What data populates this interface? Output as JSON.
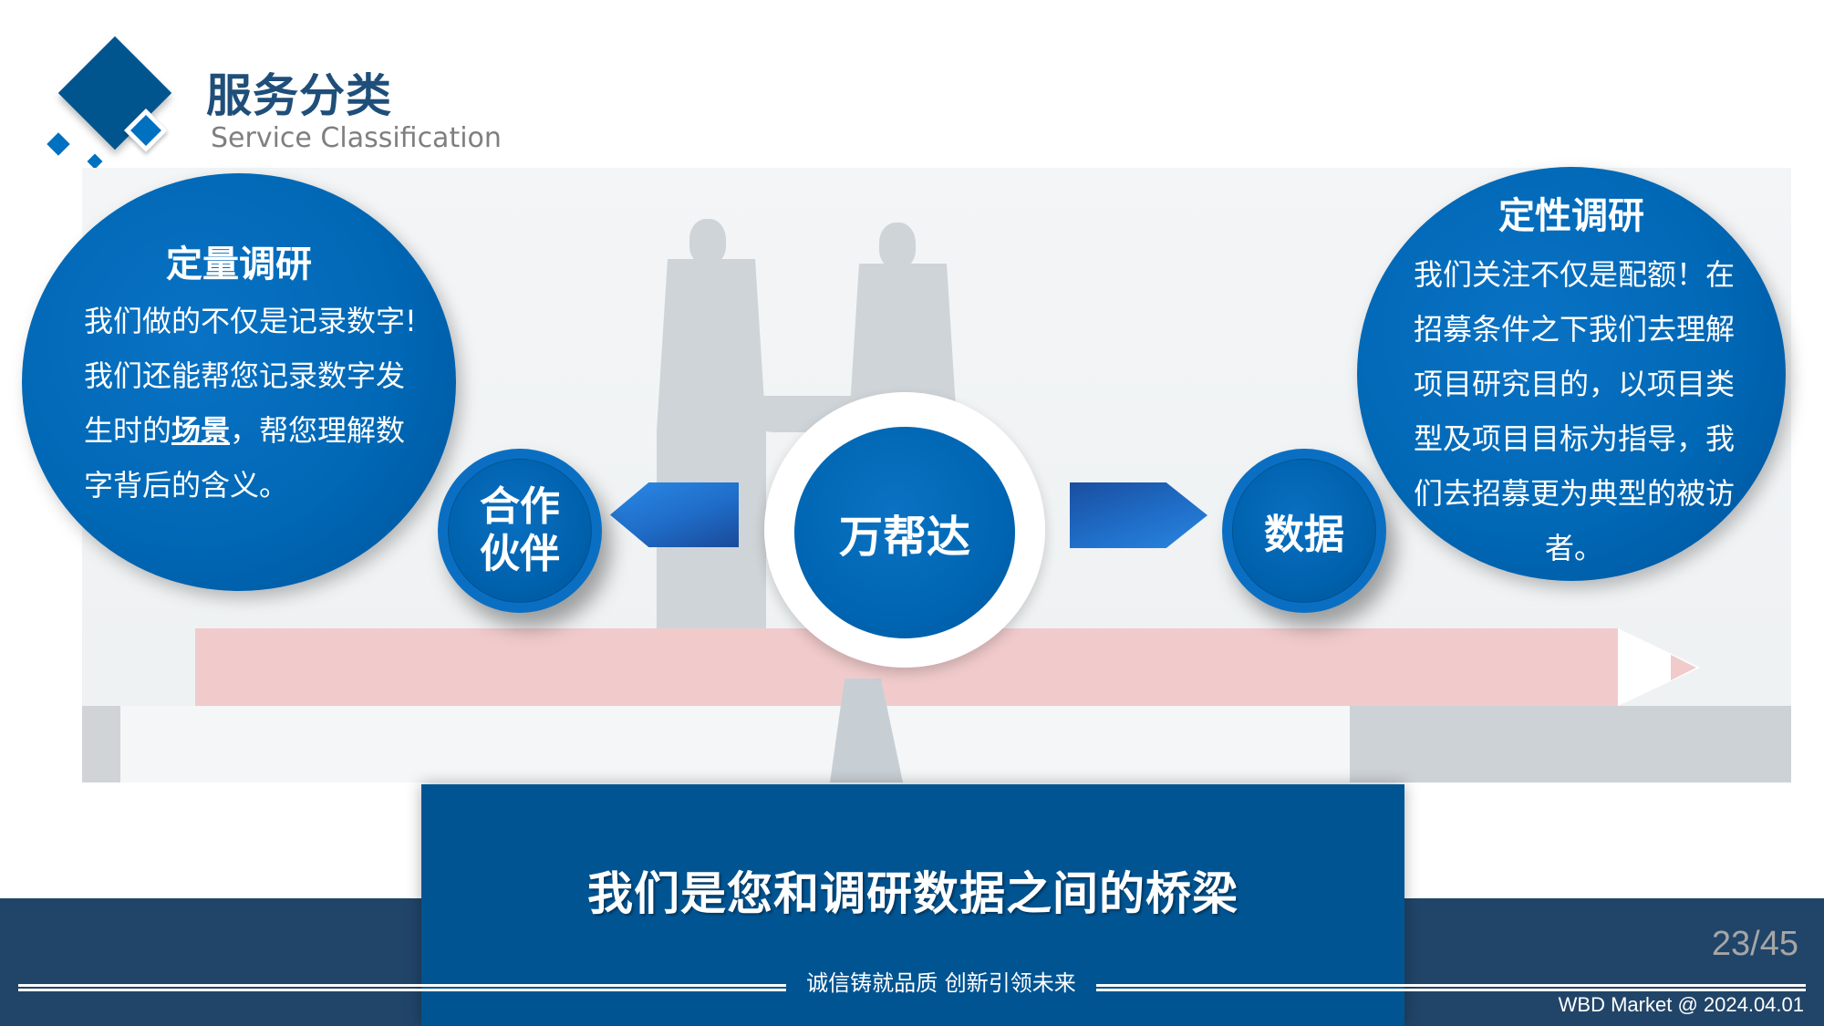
{
  "header": {
    "title_cn": "服务分类",
    "title_en": "Service Classification"
  },
  "quantitative": {
    "title": "定量调研",
    "body_before": "我们做的不仅是记录数字!我们还能帮您记录数字发生时的",
    "body_emphasis": "场景",
    "body_after": "，帮您理解数字背后的含义。"
  },
  "qualitative": {
    "title": "定性调研",
    "body": "我们关注不仅是配额！在招募条件之下我们去理解项目研究目的，以项目类型及项目目标为指导，我们去招募更为典型的被访者。"
  },
  "diagram": {
    "left_node": "合作伙伴",
    "left_node_line1": "合作",
    "left_node_line2": "伙伴",
    "center_node": "万帮达",
    "right_node": "数据",
    "left_arrow": "arrow-left-icon",
    "right_arrow": "arrow-right-icon"
  },
  "banner": {
    "text": "我们是您和调研数据之间的桥梁"
  },
  "footer": {
    "tagline": "诚信铸就品质 创新引领未来",
    "page_number": "23/45",
    "credit": "WBD Market @ 2024.04.01"
  },
  "colors": {
    "primary_blue": "#0068b5",
    "dark_navy": "#214569",
    "banner_blue": "#005492",
    "title_navy": "#1f4e79",
    "subtitle_gray": "#7f7f7f",
    "page_number_gray": "#a6a6a6"
  }
}
